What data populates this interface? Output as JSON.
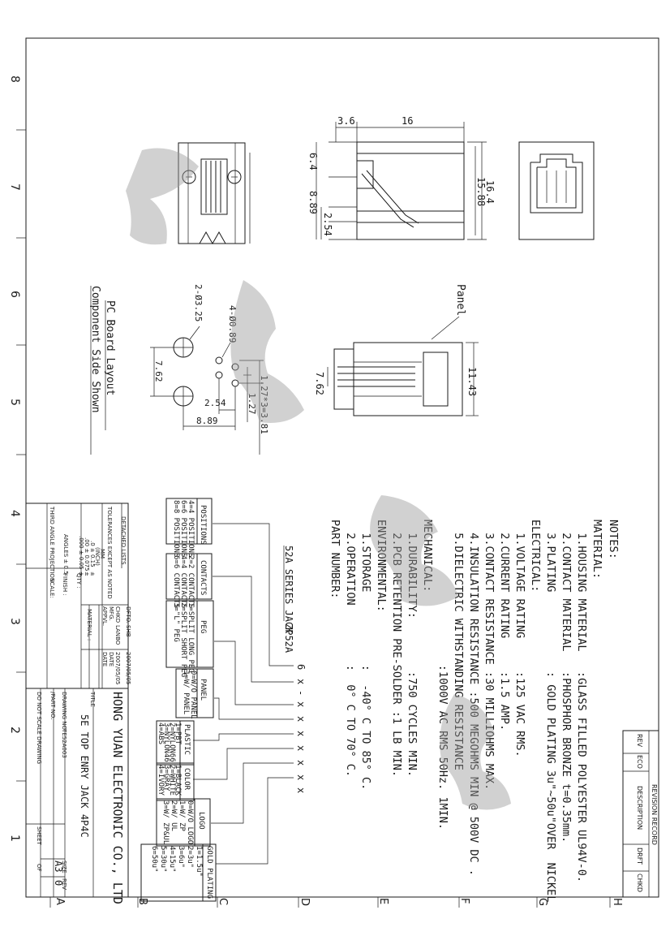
{
  "border": {
    "row_numbers": [
      "8",
      "7",
      "6",
      "5",
      "4",
      "3",
      "2",
      "1"
    ],
    "col_letters": [
      "A",
      "B",
      "C",
      "D",
      "E",
      "F",
      "G",
      "H"
    ]
  },
  "notes": {
    "heading": "NOTES:",
    "lines": [
      "MATERIAL:",
      "  1.HOUSING MATERIAL   :GLASS FILLED POLYESTER UL94V-0.",
      "  2.CONTACT MATERIAL   :PHOSPHOR BRONZE t=0.35mm.",
      "  3.PLATING            : GOLD PLATING 3u\"~50u\"OVER  NICKEL",
      "ELECTRICAL:",
      "  1.VOLTAGE RATING     :125 VAC RMS.",
      "  2.CURRENT RATING     :1.5 AMP.",
      "  3.CONTACT RESISTANCE :30 MILLIOHMS MAX.",
      "  4.INSULATION RESISTANCE :500 MEGOHMS MIN @ 500V DC .",
      "  5.DIELECTRIC WITHSTANDING RESISTANCE",
      "                      :1000V AC RMS 50Hz. 1MIN.",
      "MECHANICAL:",
      "  1.DURABILITY:        :750 CYCLES MIN.",
      "  2.PCB RETENTION PRE-SOLDER :1 LB MIN.",
      "ENVIRONMENTAL:",
      "  1.STORAGE           :  -40° C TO 85° C.",
      "  2.OPERATION         :  0° C TO 70° C.",
      "PART NUMBER:"
    ]
  },
  "part_number": {
    "series": "52A SERIES JACK",
    "code": "ZP52A",
    "fields": [
      "6",
      "x",
      "-",
      "x",
      "x",
      "x",
      "x",
      "x",
      "x",
      "x"
    ]
  },
  "option_tables": [
    {
      "title": "POSITIONS",
      "rows": [
        "4=4 POSITIONS",
        "6=6 POSITIONS",
        "8=8 POSITIONS"
      ]
    },
    {
      "title": "CONTACTS",
      "rows": [
        "2=2 CONTACTS",
        "4=4 CONTACTS",
        "6=6 CONTACTS"
      ]
    },
    {
      "title": "PEG",
      "rows": [
        "1=SPLIT LONG PEG",
        "2=SPLIT SHORT PEG",
        "3=\"L\" PEG"
      ]
    },
    {
      "title": "PANEL",
      "rows": [
        "0=W/O PANEL",
        "1=W/ PANEL"
      ]
    },
    {
      "title": "PLASTIC",
      "rows": [
        "1=PBT",
        "2=NYLON66",
        "3=NYLON46",
        "4=ABS"
      ]
    },
    {
      "title": "COLOR",
      "rows": [
        "1=BLACK",
        "2=WHITE",
        "3=GRAY",
        "4=IVORY"
      ]
    },
    {
      "title": "LOGO",
      "rows": [
        "0=W/O LOGO",
        "1=W/ ZP",
        "2=W/ UL",
        "3=W/ ZP&UL"
      ]
    },
    {
      "title": "GOLD PLATING",
      "rows": [
        "1=1.5u\"",
        "2=3u\"",
        "3=6u\"",
        "4=15u\"",
        "5=30u\"",
        "6=50u\""
      ]
    }
  ],
  "pcb_layout": {
    "title_line1": "PC Board Layout",
    "title_line2": "Component Side Shown",
    "dims": [
      "2-Ø3.25",
      "4-Ø0.89",
      "7.62",
      "1.27",
      "2.54",
      "8.89",
      "1.27*3=3.81"
    ]
  },
  "views": {
    "side_dims": [
      "3.6",
      "16",
      "6.4",
      "8.89",
      "2.54",
      "16.4",
      "15.88"
    ],
    "panel_label": "Panel",
    "bottom_dims": [
      "7.62",
      "11.43"
    ]
  },
  "revision_block": {
    "title": "REVISION RECORD",
    "headers": [
      "REV",
      "ECO",
      "DESCRIPTION",
      "DRFT",
      "CHKD"
    ]
  },
  "title_block": {
    "detached_lists": "DETACHED LISTS",
    "tolerances": "TOLERANCES EXCEPT AS NOTED",
    "mm": "MM",
    "inch": "(INCH)",
    "tol_rows": [
      ".0 ± 0.15",
      ".00 ± 0.075",
      ".000 ± 0.05"
    ],
    "tol_inch": [
      "±",
      "±",
      "±"
    ],
    "angles": "ANGLES ± 0.5",
    "projection": "THIRD ANGLE PROJECTION",
    "scale": "SCALE:",
    "dfto_label": "DFTO.",
    "dfto": "SHB",
    "chkd_label": "CHKD",
    "chkd": "LANBO",
    "mfg": "MFG.",
    "appvl": "APPVL.",
    "date_label": "DATE",
    "date1": "2007/05/05",
    "date2": "2007/05/05",
    "material": "MATERIAL :",
    "qty": "QTY :",
    "finish": "FINISH :",
    "company": "HONG YUAN ELECTRONIC CO., LTD",
    "title_label": "TITLE",
    "title": "5E TOP ENRY JACK 4P4C",
    "drawing_no_label": "DRAWING NO",
    "drawing_no": "TE52A003",
    "part_no_label": "/PART NO.",
    "do_not_scale": "DO NOT SCALE DRAWING",
    "size_label": "SIZE",
    "size": "A3",
    "rev_label": "REV",
    "rev": "0",
    "sheet_label": "SHEET",
    "of_label": "OF"
  }
}
